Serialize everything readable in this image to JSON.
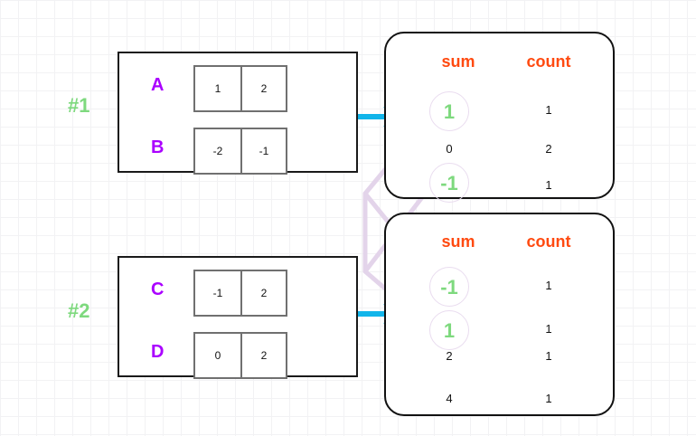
{
  "theme": {
    "grid_minor": "#f2f2f4",
    "grid_major": "#e6e6ea",
    "group_border": "#1a1a1a",
    "cell_border": "#707070",
    "tag_green": "#7ed97e",
    "label_purple": "#aa00ff",
    "header_orange": "#ff4a10",
    "arrow_cyan": "#12b5ea",
    "wire_lavender": "#e3d4ea",
    "highlight_ring": "#e9dcef"
  },
  "partitions": [
    {
      "tag": "#1",
      "rows": [
        {
          "label": "A",
          "values": [
            "1",
            "2"
          ]
        },
        {
          "label": "B",
          "values": [
            "-2",
            "-1"
          ]
        }
      ]
    },
    {
      "tag": "#2",
      "rows": [
        {
          "label": "C",
          "values": [
            "-1",
            "2"
          ]
        },
        {
          "label": "D",
          "values": [
            "0",
            "2"
          ]
        }
      ]
    }
  ],
  "tables": [
    {
      "headers": {
        "sum": "sum",
        "count": "count"
      },
      "rows": [
        {
          "sum": "1",
          "count": "1",
          "highlight": true
        },
        {
          "sum": "0",
          "count": "2",
          "highlight": false
        },
        {
          "sum": "-1",
          "count": "1",
          "highlight": true
        }
      ]
    },
    {
      "headers": {
        "sum": "sum",
        "count": "count"
      },
      "rows": [
        {
          "sum": "-1",
          "count": "1",
          "highlight": true
        },
        {
          "sum": "1",
          "count": "1",
          "highlight": true
        },
        {
          "sum": "2",
          "count": "1",
          "highlight": false
        },
        {
          "sum": "4",
          "count": "1",
          "highlight": false
        }
      ]
    }
  ],
  "arrows": [
    {
      "name": "arrow-to-table-1"
    },
    {
      "name": "arrow-to-table-2"
    }
  ],
  "links": [
    {
      "name": "link-sum-1",
      "from": "table1.sum=1",
      "to": "table2.sum=1"
    },
    {
      "name": "link-sum-neg1",
      "from": "table1.sum=-1",
      "to": "table2.sum=-1"
    }
  ]
}
